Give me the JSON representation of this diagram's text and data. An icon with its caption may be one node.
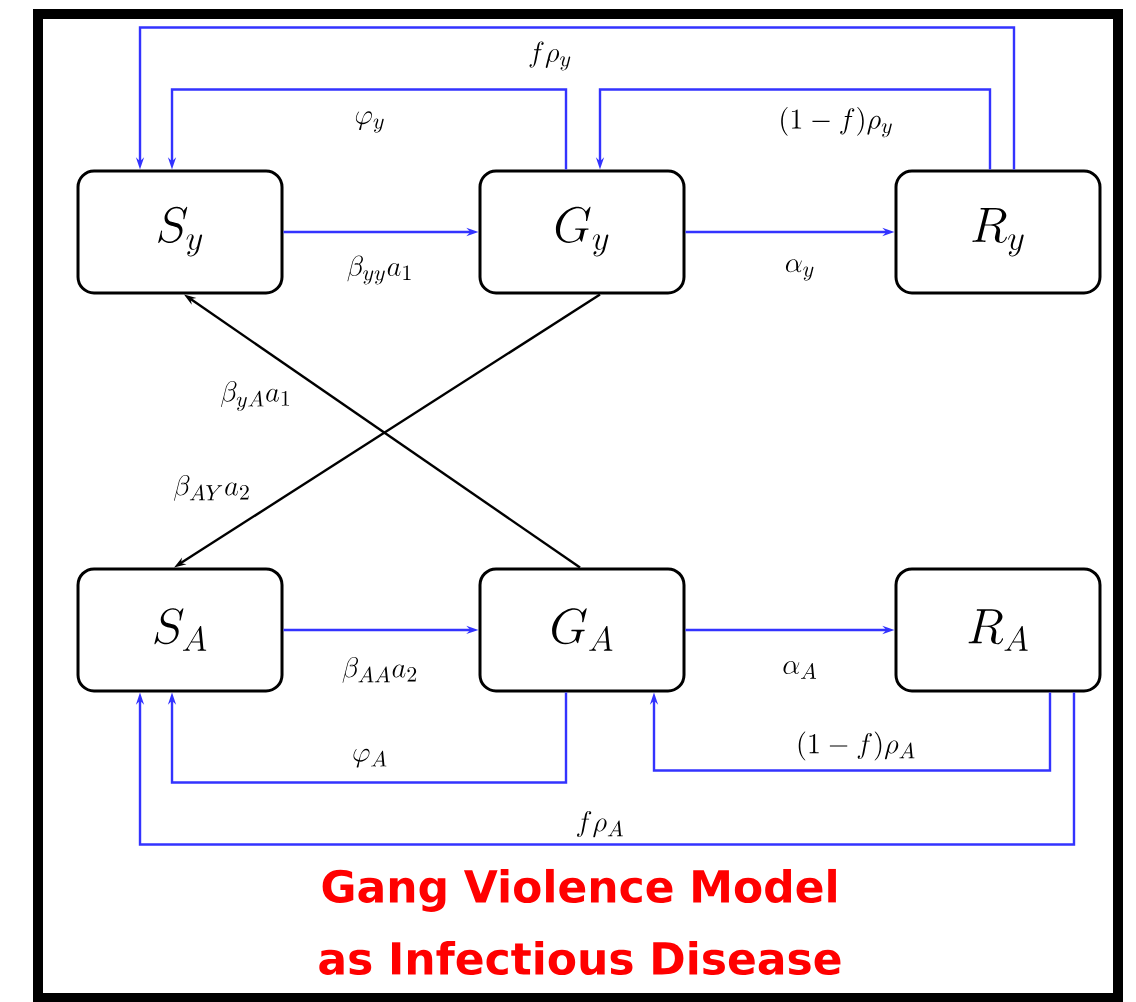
{
  "diagram": {
    "caption": "Gang Violence Model as Infectious Disease",
    "nodes": [
      {
        "text": [
          "S_y"
        ]
      },
      {
        "text": [
          "G_y"
        ]
      },
      {
        "text": [
          "R_y"
        ]
      },
      {
        "text": [
          "S_A"
        ]
      },
      {
        "text": [
          "G_A"
        ]
      },
      {
        "text": [
          "R_A"
        ]
      }
    ],
    "edges": [
      {
        "from": 0,
        "to": 1,
        "arrow": "to",
        "label": "\\beta_{yy}a_1"
      },
      {
        "from": 1,
        "to": 2,
        "arrow": "to",
        "label": "\\alpha_y"
      },
      {
        "from": 1,
        "to": 0,
        "arrow": "to",
        "label": "\\varphi_y"
      },
      {
        "from": 2,
        "to": 1,
        "arrow": "to",
        "label": "(1-f)\\rho_y"
      },
      {
        "from": 2,
        "to": 0,
        "arrow": "to",
        "label": "f\\rho_y"
      },
      {
        "from": 4,
        "to": 0,
        "arrow": "to",
        "label": "\\beta_{yA}a_1",
        "color": "#000000"
      },
      {
        "from": 1,
        "to": 3,
        "arrow": "to",
        "label": "\\beta_{AY}a_2",
        "color": "#000000"
      },
      {
        "from": 3,
        "to": 4,
        "arrow": "to",
        "label": "\\beta_{AA}a_2"
      },
      {
        "from": 4,
        "to": 5,
        "arrow": "to",
        "label": "\\alpha_A"
      },
      {
        "from": 4,
        "to": 3,
        "arrow": "to",
        "label": "\\varphi_A"
      },
      {
        "from": 5,
        "to": 4,
        "arrow": "to",
        "label": "(1-f)\\rho_A"
      },
      {
        "from": 5,
        "to": 3,
        "arrow": "to",
        "label": "f\\rho_A"
      }
    ]
  }
}
